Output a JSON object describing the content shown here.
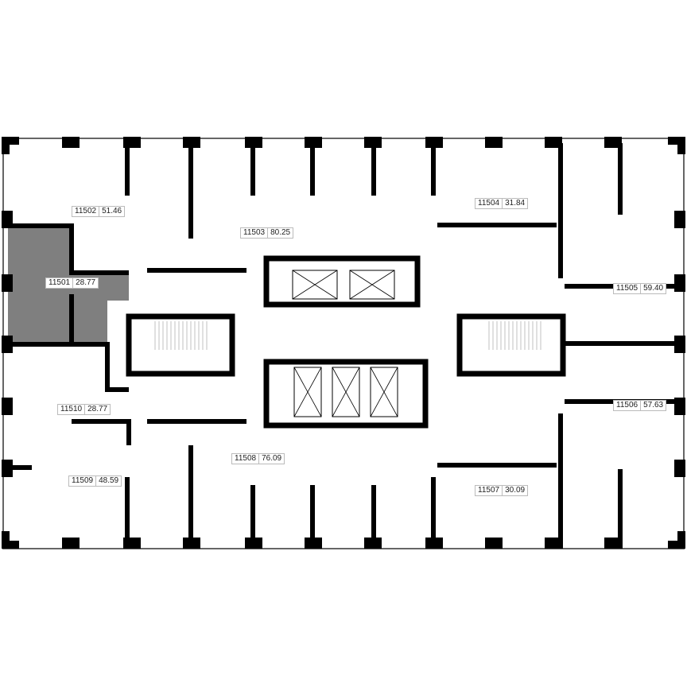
{
  "plan": {
    "highlight_color": "#7f7f7f",
    "wall_color": "#000000",
    "highlighted_unit": "11501",
    "units": [
      {
        "id": "11502",
        "area": "51.46"
      },
      {
        "id": "11503",
        "area": "80.25"
      },
      {
        "id": "11504",
        "area": "31.84"
      },
      {
        "id": "11505",
        "area": "59.40"
      },
      {
        "id": "11501",
        "area": "28.77"
      },
      {
        "id": "11510",
        "area": "28.77"
      },
      {
        "id": "11506",
        "area": "57.63"
      },
      {
        "id": "11508",
        "area": "76.09"
      },
      {
        "id": "11509",
        "area": "48.59"
      },
      {
        "id": "11507",
        "area": "30.09"
      }
    ]
  }
}
